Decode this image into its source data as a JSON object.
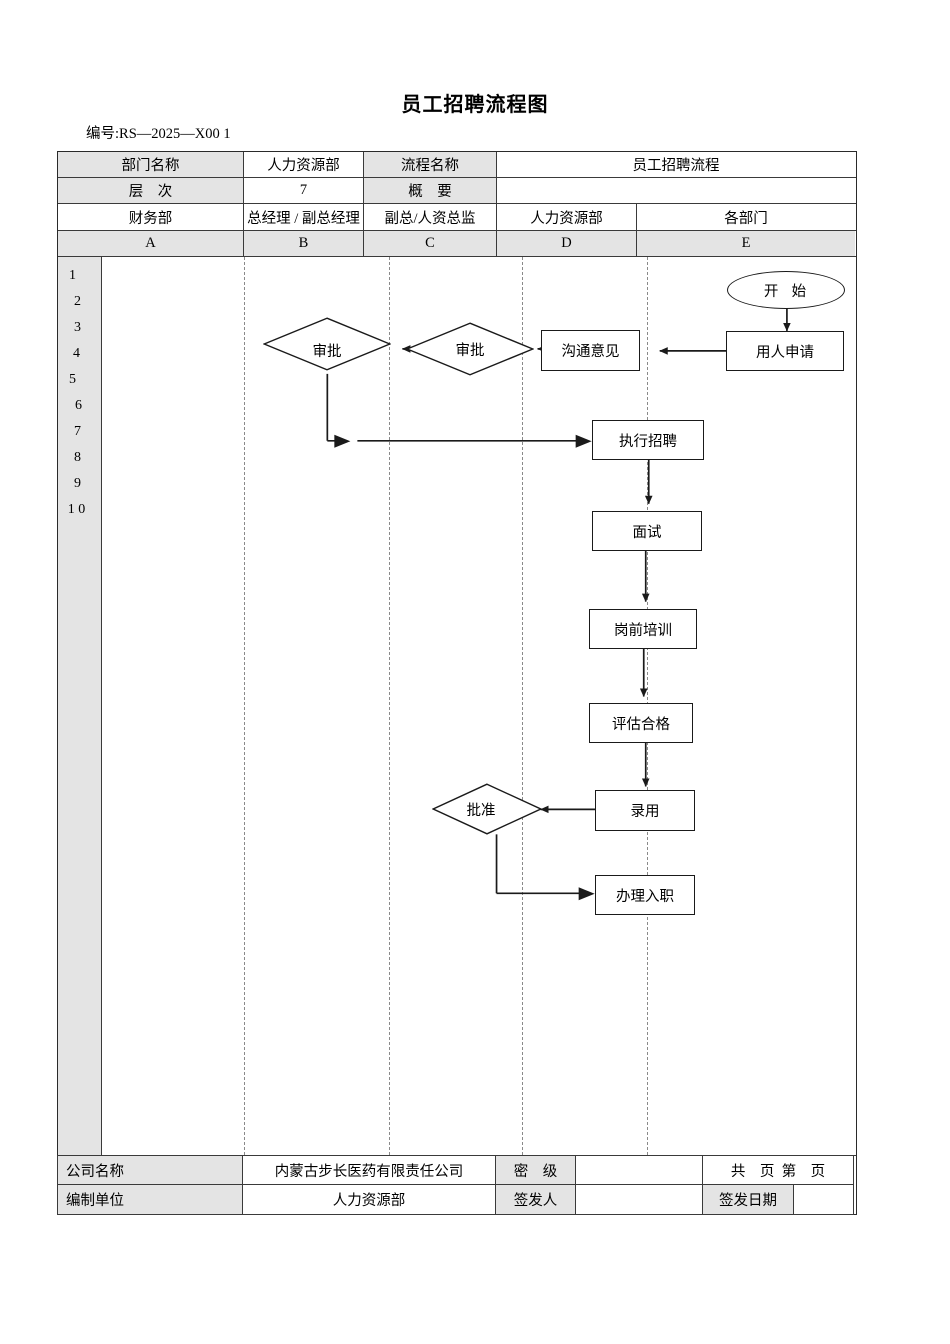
{
  "document": {
    "title": "员工招聘流程图",
    "code": "编号:RS—2025—X00 1"
  },
  "header": {
    "row1": [
      {
        "label": "部门名称",
        "gray": true
      },
      {
        "label": "人力资源部",
        "gray": false
      },
      {
        "label": "流程名称",
        "gray": true
      },
      {
        "label": "员工招聘流程",
        "gray": false
      }
    ],
    "row2": [
      {
        "label": "层    次",
        "gray": true
      },
      {
        "label": "7",
        "gray": false
      },
      {
        "label": "概    要",
        "gray": true
      },
      {
        "label": "",
        "gray": false
      }
    ],
    "row3": [
      {
        "label": "财务部",
        "gray": false
      },
      {
        "label": "总经理 / 副总经理",
        "gray": false
      },
      {
        "label": "副总/人资总监",
        "gray": false
      },
      {
        "label": "人力资源部",
        "gray": false
      },
      {
        "label": "各部门",
        "gray": false
      }
    ],
    "row4": [
      {
        "label": "A",
        "gray": true
      },
      {
        "label": "B",
        "gray": true
      },
      {
        "label": "C",
        "gray": true
      },
      {
        "label": "D",
        "gray": true
      },
      {
        "label": "E",
        "gray": true
      }
    ]
  },
  "lanes": {
    "row_numbers": [
      "1",
      "2",
      "3",
      "4",
      "5",
      "6",
      "7",
      "8",
      "9",
      "1 0"
    ]
  },
  "flowchart": {
    "type": "swimlane-flowchart",
    "nodes": [
      {
        "id": "start",
        "shape": "oval",
        "label": "开  始",
        "lane": "E"
      },
      {
        "id": "request",
        "shape": "box",
        "label": "用人申请",
        "lane": "E"
      },
      {
        "id": "comm",
        "shape": "box",
        "label": "沟通意见",
        "lane": "D"
      },
      {
        "id": "review_c",
        "shape": "diamond",
        "label": "审批",
        "lane": "C"
      },
      {
        "id": "review_b",
        "shape": "diamond",
        "label": "审批",
        "lane": "B"
      },
      {
        "id": "execute",
        "shape": "box",
        "label": "执行招聘",
        "lane": "D"
      },
      {
        "id": "interview",
        "shape": "box",
        "label": "面试",
        "lane": "D"
      },
      {
        "id": "training",
        "shape": "box",
        "label": "岗前培训",
        "lane": "D"
      },
      {
        "id": "assess",
        "shape": "box",
        "label": "评估合格",
        "lane": "D"
      },
      {
        "id": "hire",
        "shape": "box",
        "label": "录用",
        "lane": "D"
      },
      {
        "id": "approve",
        "shape": "diamond",
        "label": "批准",
        "lane": "C"
      },
      {
        "id": "onboard",
        "shape": "box",
        "label": "办理入职",
        "lane": "D"
      }
    ],
    "edges": [
      {
        "from": "start",
        "to": "request"
      },
      {
        "from": "request",
        "to": "comm"
      },
      {
        "from": "comm",
        "to": "review_c"
      },
      {
        "from": "review_c",
        "to": "review_b"
      },
      {
        "from": "review_b",
        "to": "execute"
      },
      {
        "from": "execute",
        "to": "interview"
      },
      {
        "from": "interview",
        "to": "training"
      },
      {
        "from": "training",
        "to": "assess"
      },
      {
        "from": "assess",
        "to": "hire"
      },
      {
        "from": "hire",
        "to": "approve"
      },
      {
        "from": "approve",
        "to": "onboard"
      }
    ]
  },
  "footer": {
    "row1": [
      {
        "label": "公司名称",
        "gray": true
      },
      {
        "label": "内蒙古步长医药有限责任公司",
        "gray": false
      },
      {
        "label": "密    级",
        "gray": true
      },
      {
        "label": "",
        "gray": false
      },
      {
        "label": "共    页  第    页",
        "gray": false
      }
    ],
    "row2": [
      {
        "label": "编制单位",
        "gray": true
      },
      {
        "label": "人力资源部",
        "gray": false
      },
      {
        "label": "签发人",
        "gray": true
      },
      {
        "label": "",
        "gray": false
      },
      {
        "label": "签发日期",
        "gray": true
      },
      {
        "label": "",
        "gray": false
      }
    ]
  },
  "colors": {
    "header_gray": "#e4e4e4",
    "border": "#3a3a3a",
    "lane_divider": "#8a8a8a",
    "shape_stroke": "#1a1a1a"
  }
}
